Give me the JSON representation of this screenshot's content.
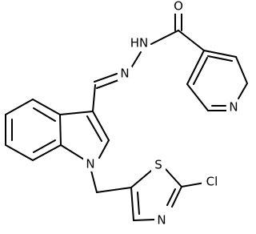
{
  "molecule": {
    "atoms": {
      "oxygen": "O",
      "hydrazide_nh": "HN",
      "hydrazone_n": "N",
      "pyridine_n": "N",
      "indole_n": "N",
      "thiazole_s": "S",
      "thiazole_n": "N",
      "chlorine": "Cl"
    }
  },
  "colors": {
    "bond": "#000000",
    "background": "#ffffff"
  }
}
